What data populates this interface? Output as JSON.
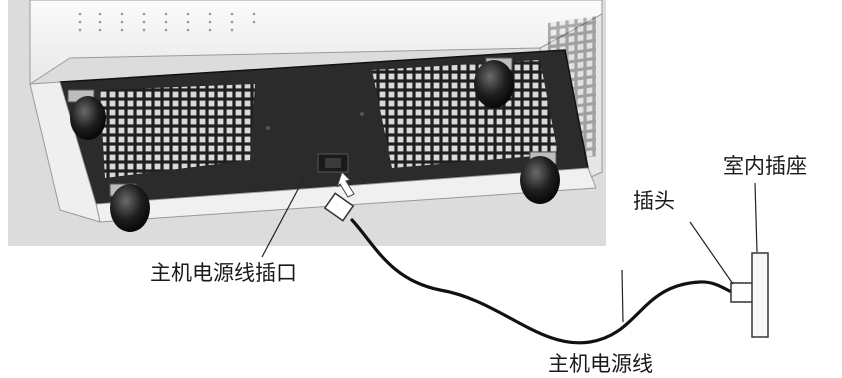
{
  "labels": {
    "host_power_port": "主机电源线插口",
    "plug": "插头",
    "wall_socket": "室内插座",
    "host_power_cable": "主机电源线"
  },
  "colors": {
    "photo_background": "#dcdcdc",
    "device_body": "#f4f4f4",
    "base_panel": "#2b2b2b",
    "vent_grid": "#d9d9d9",
    "cable": "#111111",
    "socket_plate": "#f7f7f7",
    "label_text": "#1a1a1a"
  }
}
